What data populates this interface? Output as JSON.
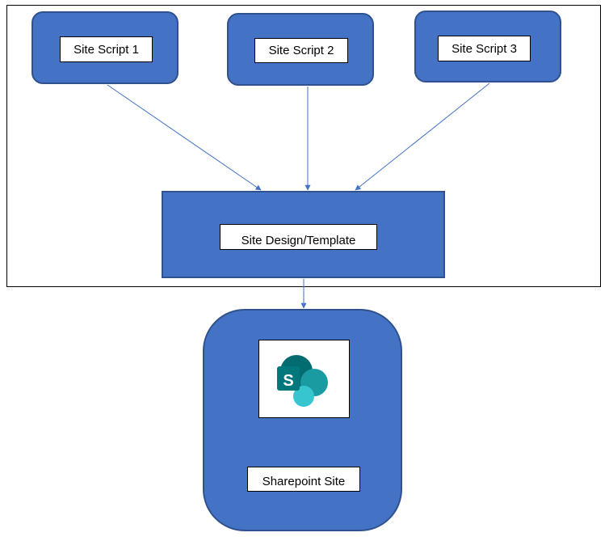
{
  "diagram": {
    "scripts": [
      {
        "label": "Site Script 1"
      },
      {
        "label": "Site Script 2"
      },
      {
        "label": "Site Script 3"
      }
    ],
    "design": {
      "label": "Site Design/Template"
    },
    "site": {
      "label": "Sharepoint Site",
      "icon": "sharepoint-icon",
      "icon_letter": "S"
    },
    "colors": {
      "node_fill": "#4472c4",
      "node_border": "#2f528f",
      "arrow": "#4472c4"
    }
  }
}
